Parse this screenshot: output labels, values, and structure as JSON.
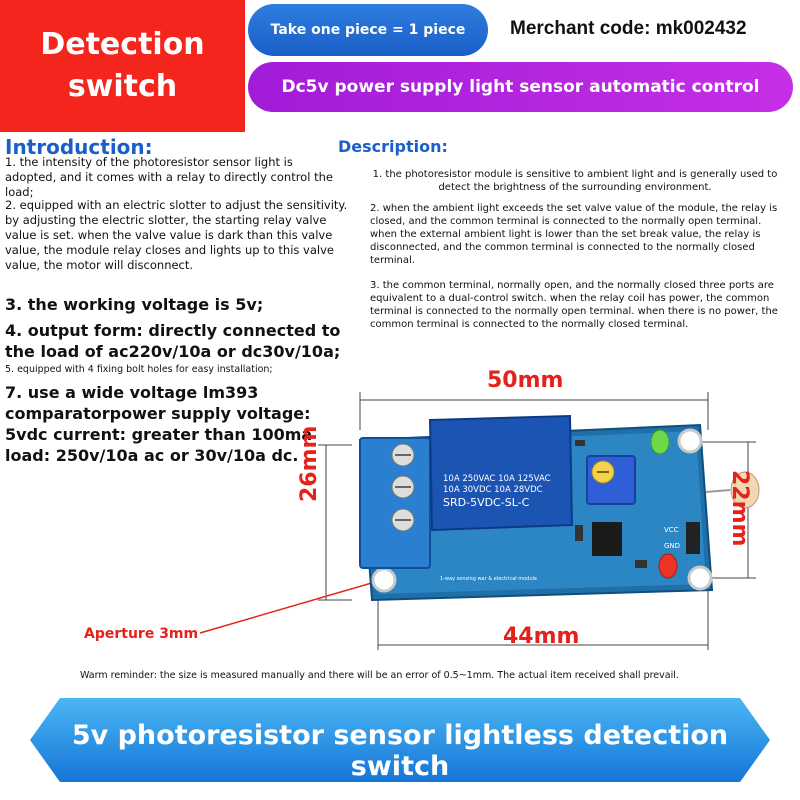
{
  "header": {
    "title_line1": "Detection",
    "title_line2": "switch",
    "quantity_pill": "Take one piece = 1 piece",
    "merchant_code": "Merchant code: mk002432",
    "subtitle_pill": "Dc5v power supply light sensor automatic control"
  },
  "introduction": {
    "heading": "Introduction:",
    "item1": "1. the intensity of the photoresistor sensor light is adopted, and it comes with a relay to directly control the load;",
    "item2": "2. equipped with an electric slotter to adjust the sensitivity. by adjusting the electric slotter, the starting relay valve value is set. when the valve value is dark than this valve value, the module relay closes and lights up to this valve value, the motor will disconnect.",
    "item3": "3. the working voltage is 5v;",
    "item4": "4. output form: directly connected to the load of ac220v/10a or dc30v/10a;",
    "item5": "5. equipped with 4 fixing bolt holes for easy installation;",
    "item7": "7. use a wide voltage lm393 comparatorpower supply voltage: 5vdc current: greater than 100ma load: 250v/10a ac or 30v/10a dc."
  },
  "description": {
    "heading": "Description:",
    "item1": "1. the photoresistor module is sensitive to ambient light and is generally used to detect the brightness of the surrounding environment.",
    "item2": "2. when the ambient light exceeds the set valve value of the module, the relay is closed, and the common terminal is connected to the normally open terminal. when the external ambient light is lower than the set break value, the relay is disconnected, and the common terminal is connected to the normally closed terminal.",
    "item3": "3. the common terminal, normally open, and the normally closed three ports are equivalent to a dual-control switch. when the relay coil has power, the common terminal is connected to the normally open terminal. when there is no power, the common terminal is connected to the normally closed terminal."
  },
  "dimensions": {
    "width_top": "50mm",
    "width_bottom": "44mm",
    "height_left": "26mm",
    "height_right": "22mm",
    "aperture": "Aperture 3mm"
  },
  "board": {
    "relay_line1": "10A 250VAC  10A 125VAC",
    "relay_line2": "10A  30VDC  10A  28VDC",
    "relay_model": "SRD-5VDC-SL-C",
    "silk_label": "1-way sensing war & electrical module",
    "vcc_label": "VCC",
    "gnd_label": "GND"
  },
  "footer": {
    "warm_reminder": "Warm reminder: the size is measured manually and there will be an error of 0.5~1mm. The actual item received shall prevail.",
    "banner": "5v photoresistor sensor lightless detection switch"
  },
  "colors": {
    "title_red": "#f3251c",
    "pill_blue": "#1a5fc7",
    "pill_purple": "#b325de",
    "heading_blue": "#1a5fc7",
    "dimension_red": "#e4221b",
    "banner_blue": "#1f8ee8"
  }
}
